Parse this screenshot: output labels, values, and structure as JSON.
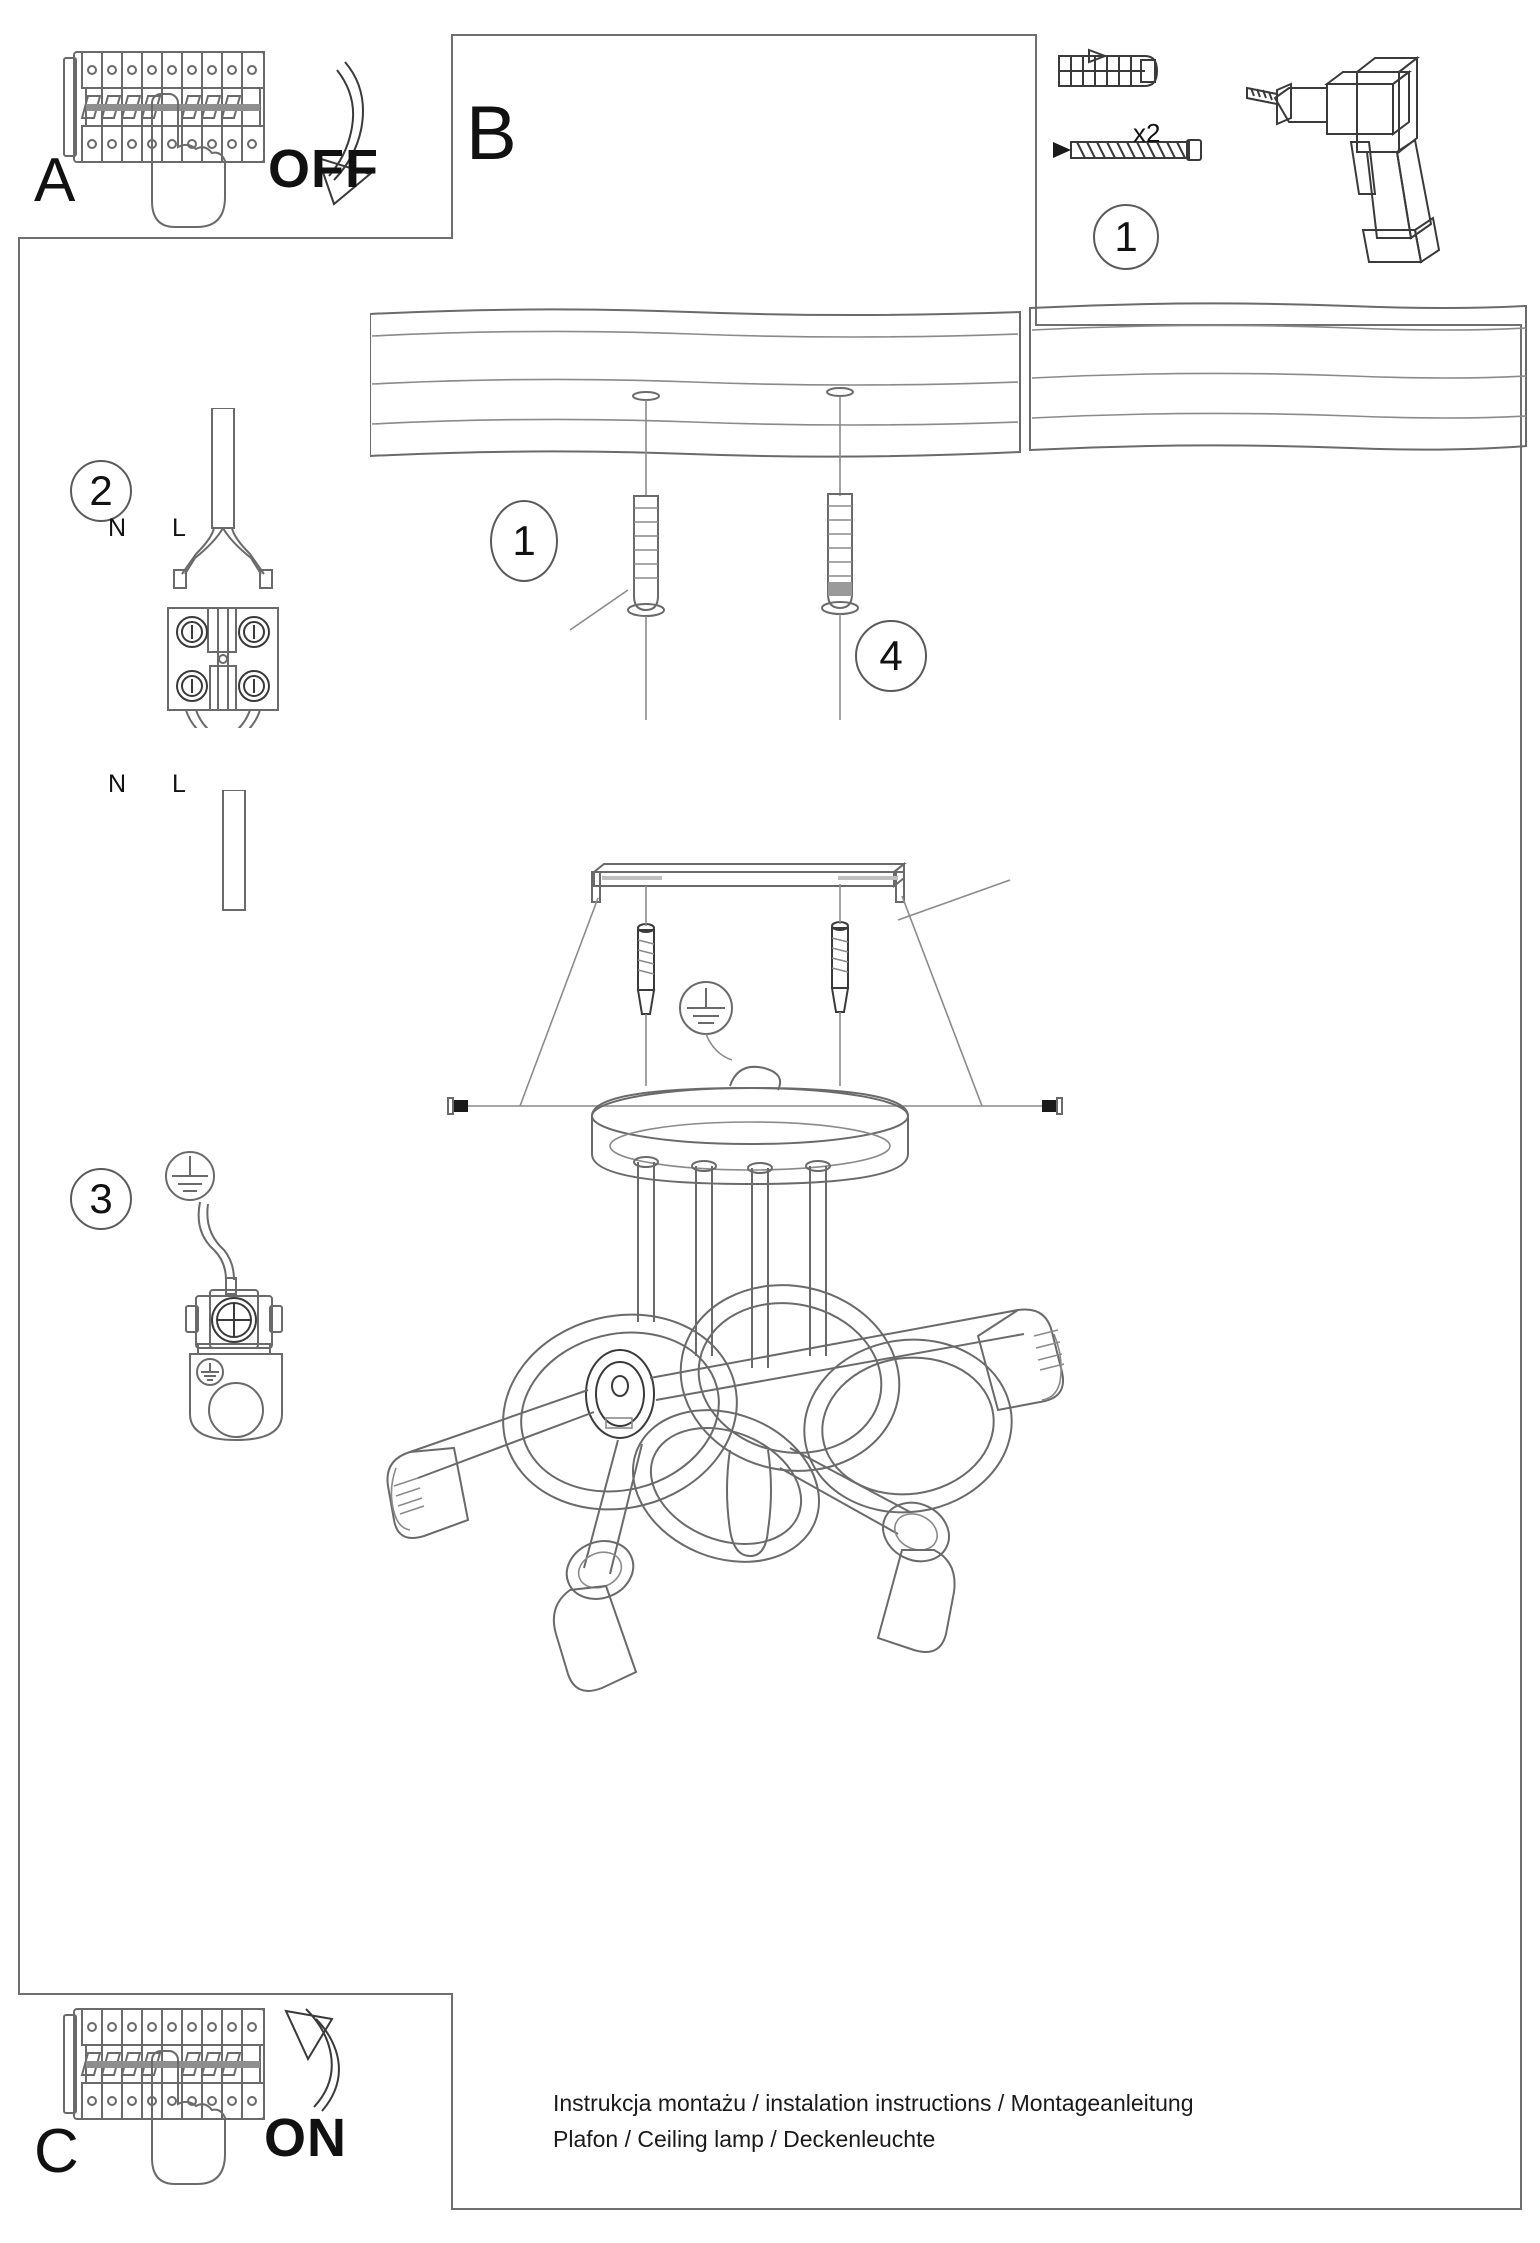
{
  "document": {
    "type": "assembly-instruction-sheet",
    "product": "Ceiling lamp / Plafon"
  },
  "panels": {
    "a": {
      "letter": "A",
      "action_label": "OFF",
      "icon_breaker": "circuit-breaker-panel-icon",
      "icon_hand": "hand-pointing-icon",
      "icon_arrow": "curved-arrow-down-icon"
    },
    "b": {
      "letter": "B"
    },
    "c": {
      "letter": "C",
      "action_label": "ON",
      "icon_breaker": "circuit-breaker-panel-icon",
      "icon_hand": "hand-pointing-icon",
      "icon_arrow": "curved-arrow-up-icon"
    }
  },
  "tools_panel": {
    "quantity_label": "x2",
    "step_badge": "1",
    "items": [
      {
        "name": "wall-plug-dowel-icon",
        "label": ""
      },
      {
        "name": "wood-screw-icon",
        "label": ""
      },
      {
        "name": "power-drill-icon",
        "label": ""
      }
    ]
  },
  "steps": {
    "step1": {
      "badge": "1",
      "caption": "",
      "icon": "ceiling-drill-anchor-icon"
    },
    "step2": {
      "badge": "2",
      "icon": "terminal-block-icon",
      "terminal_labels": {
        "top_left": "N",
        "top_right": "L",
        "bottom_left": "N",
        "bottom_right": "L"
      }
    },
    "step3": {
      "badge": "3",
      "icon": "earth-ground-terminal-icon",
      "ground_symbol": "earth-ground-icon"
    },
    "step4": {
      "badge": "4",
      "icon": "lamp-assembly-icon"
    },
    "ground_callout": {
      "symbol": "earth-ground-icon"
    }
  },
  "footer": {
    "line1": "Instrukcja montażu / instalation instructions / Montageanleitung",
    "line2": "Plafon / Ceiling lamp / Deckenleuchte"
  },
  "colors": {
    "ink": "#1a1a1a",
    "line": "#6a6a6a",
    "frame": "#6f6f6f",
    "background": "#ffffff"
  }
}
